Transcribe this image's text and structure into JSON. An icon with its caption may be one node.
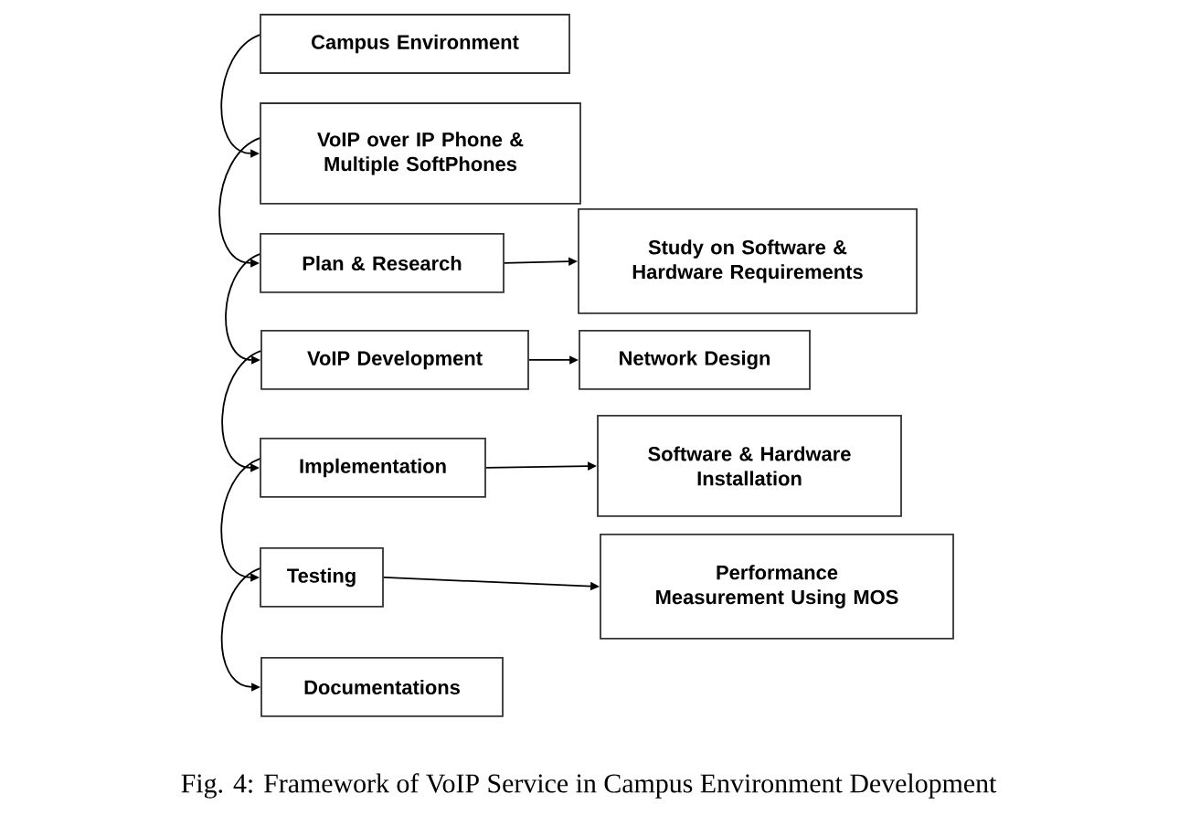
{
  "diagram": {
    "caption": "Fig. 4: Framework of VoIP Service in Campus Environment Development",
    "nodes": [
      {
        "text": [
          "Campus Environment"
        ]
      },
      {
        "text": [
          "VoIP over IP Phone & Multiple SoftPhones"
        ]
      },
      {
        "text": [
          "Plan & Research"
        ]
      },
      {
        "text": [
          "VoIP Development"
        ]
      },
      {
        "text": [
          "Implementation"
        ]
      },
      {
        "text": [
          "Testing"
        ]
      },
      {
        "text": [
          "Documentations"
        ]
      },
      {
        "text": [
          "Study on Software & Hardware Requirements"
        ]
      },
      {
        "text": [
          "Network Design"
        ]
      },
      {
        "text": [
          "Software & Hardware Installation"
        ]
      },
      {
        "text": [
          "Performance Measurement Using MOS"
        ]
      }
    ],
    "edges": [
      {
        "from": 0,
        "to": 1,
        "arrow": "to"
      },
      {
        "from": 1,
        "to": 2,
        "arrow": "to"
      },
      {
        "from": 2,
        "to": 3,
        "arrow": "to"
      },
      {
        "from": 3,
        "to": 4,
        "arrow": "to"
      },
      {
        "from": 4,
        "to": 5,
        "arrow": "to"
      },
      {
        "from": 5,
        "to": 6,
        "arrow": "to"
      },
      {
        "from": 2,
        "to": 7,
        "arrow": "to"
      },
      {
        "from": 3,
        "to": 8,
        "arrow": "to"
      },
      {
        "from": 4,
        "to": 9,
        "arrow": "to"
      },
      {
        "from": 5,
        "to": 10,
        "arrow": "to"
      }
    ]
  }
}
